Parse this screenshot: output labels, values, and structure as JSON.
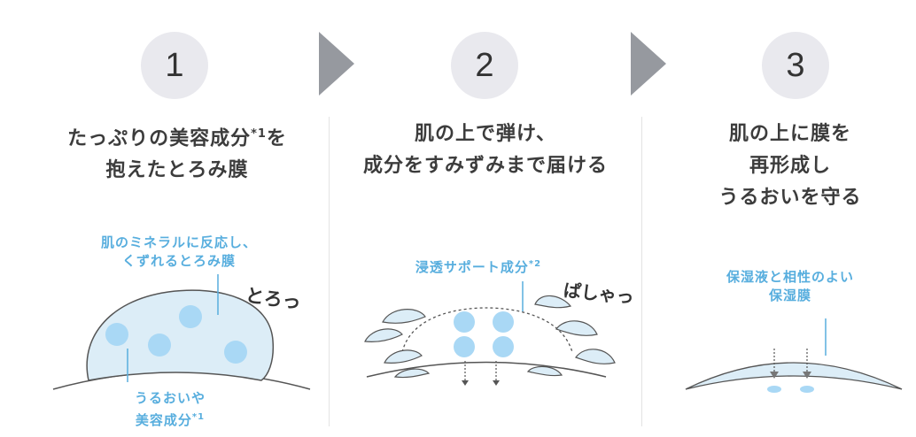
{
  "steps": [
    {
      "number": "1",
      "heading_lines": [
        "たっぷりの美容成分",
        "抱えたとろみ膜"
      ],
      "heading_sup": "*1",
      "heading_suffix": "を",
      "label_top_lines": [
        "肌のミネラルに反応し、",
        "くずれるとろみ膜"
      ],
      "onomatopoeia": "とろっ",
      "label_bottom_lines": [
        "うるおいや",
        "美容成分"
      ],
      "label_bottom_sup": "*1"
    },
    {
      "number": "2",
      "heading_lines": [
        "肌の上で弾け、",
        "成分をすみずみまで届ける"
      ],
      "label_top": "浸透サポート成分",
      "label_top_sup": "*2",
      "onomatopoeia": "ぱしゃっ"
    },
    {
      "number": "3",
      "heading_lines": [
        "肌の上に膜を",
        "再形成し",
        "うるおいを守る"
      ],
      "label_top_lines": [
        "保湿液と相性のよい",
        "保湿膜"
      ]
    }
  ],
  "colors": {
    "circle_bg": "#e9e9ee",
    "arrow": "#96999f",
    "accent_blue": "#58aede",
    "dome_fill": "#dcedf7",
    "dot_fill": "#a9d8f5",
    "outline": "#555555"
  }
}
